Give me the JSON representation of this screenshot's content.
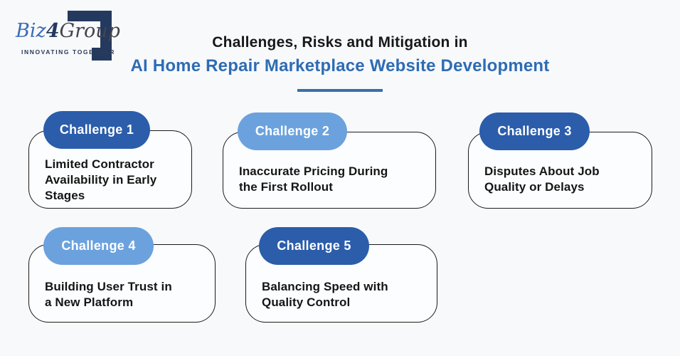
{
  "logo": {
    "brand_biz": "Biz",
    "brand_4": "4",
    "brand_group": "Group",
    "tagline": "INNOVATING TOGETHER"
  },
  "header": {
    "title_line1": "Challenges, Risks and Mitigation in",
    "title_line2": "AI Home Repair Marketplace Website Development"
  },
  "cards": [
    {
      "badge": "Challenge 1",
      "badge_style": "dark",
      "label": "Limited Contractor Availability in Early Stages"
    },
    {
      "badge": "Challenge 2",
      "badge_style": "light",
      "label": "Inaccurate Pricing During the First Rollout"
    },
    {
      "badge": "Challenge 3",
      "badge_style": "dark",
      "label": "Disputes About Job Quality or Delays"
    },
    {
      "badge": "Challenge 4",
      "badge_style": "light",
      "label": "Building User Trust in a New Platform"
    },
    {
      "badge": "Challenge 5",
      "badge_style": "dark",
      "label": "Balancing Speed with Quality Control"
    }
  ],
  "colors": {
    "background": "#f8f9fb",
    "dark_badge": "#2b5dab",
    "light_badge": "#6ba2de",
    "title_text": "#17181c",
    "title_accent": "#2d6cb4",
    "underline": "#3a6fa8",
    "card_border": "#1b1b1b",
    "card_background": "#fcfdfe",
    "logo_navy": "#24395e",
    "logo_blue": "#3a6db6",
    "logo_gray": "#44444c"
  }
}
